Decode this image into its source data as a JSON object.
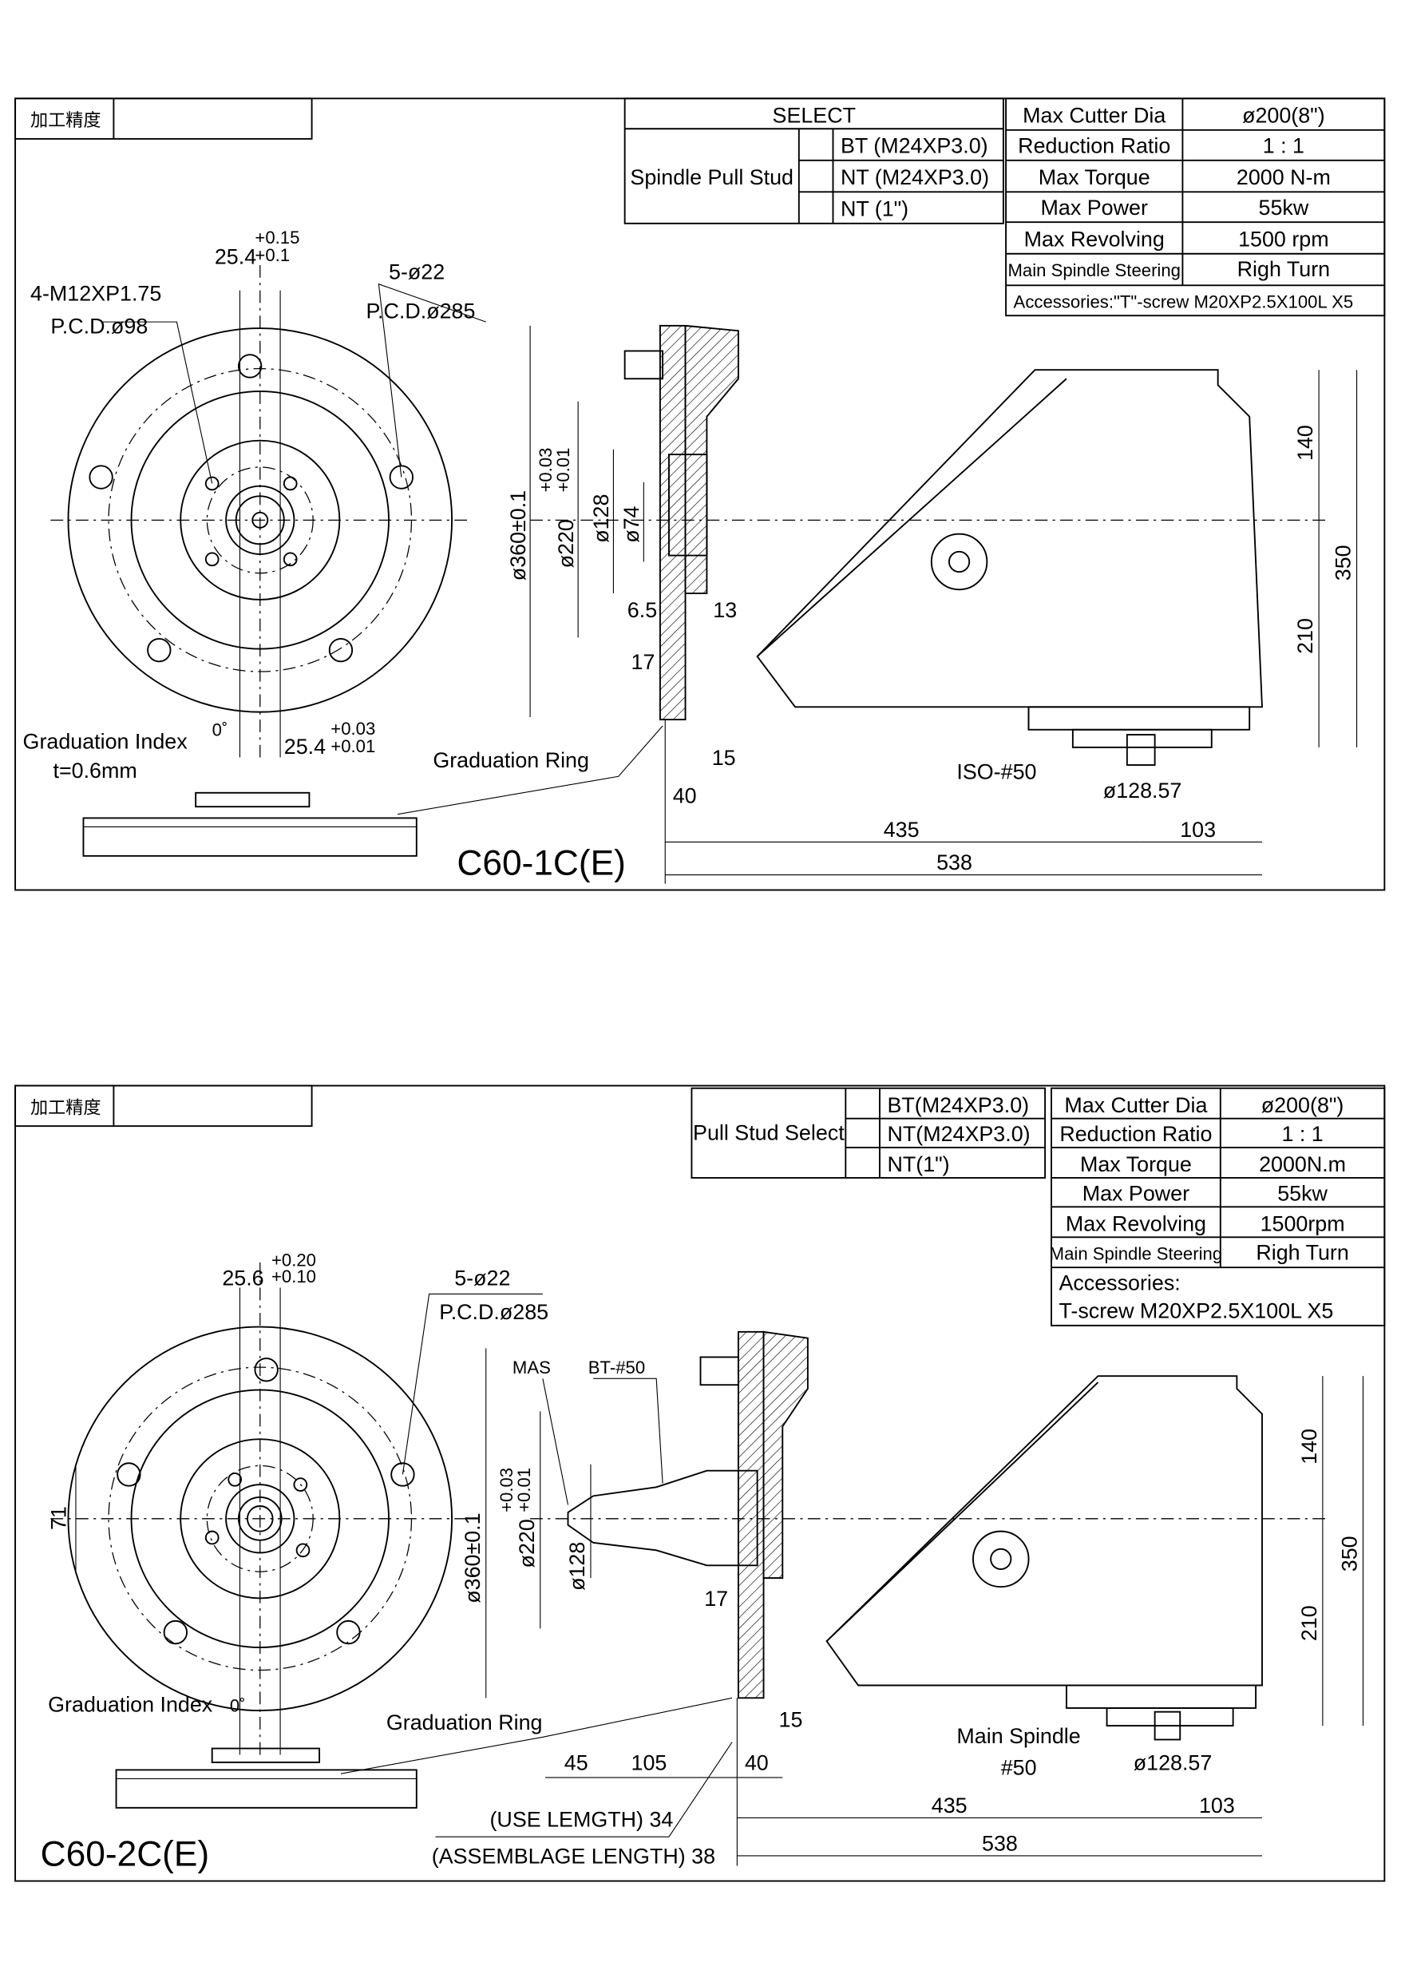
{
  "panel1": {
    "accuracy_label": "加工精度",
    "select_header": "SELECT",
    "pull_stud_label": "Spindle Pull Stud",
    "pull_stud_options": [
      "BT (M24XP3.0)",
      "NT (M24XP3.0)",
      "NT (1\")"
    ],
    "specs": [
      {
        "label": "Max Cutter Dia",
        "value": "ø200(8\")"
      },
      {
        "label": "Reduction Ratio",
        "value": "1 : 1"
      },
      {
        "label": "Max Torque",
        "value": "2000 N-m"
      },
      {
        "label": "Max Power",
        "value": "55kw"
      },
      {
        "label": "Max Revolving",
        "value": "1500 rpm"
      },
      {
        "label": "Main Spindle Steering",
        "value": "Righ Turn"
      }
    ],
    "accessories": "Accessories:\"T\"-screw  M20XP2.5X100L X5",
    "labels": {
      "bolt_spec": "4-M12XP1.75",
      "bolt_pcd": "P.C.D.ø98",
      "key_width": "25.4",
      "key_tol_upper": "+0.15",
      "key_tol_lower": "+0.1",
      "holes_spec": "5-ø22",
      "holes_pcd": "P.C.D.ø285",
      "zero_deg": "0˚",
      "key_width2": "25.4",
      "key2_tol_upper": "+0.03",
      "key2_tol_lower": "+0.01",
      "grad_index": "Graduation Index",
      "grad_thickness": "t=0.6mm",
      "grad_ring": "Graduation Ring",
      "model": "C60-1C(E)",
      "d360": "ø360±0.1",
      "d220": "ø220",
      "d220_upper": "+0.03",
      "d220_lower": "+0.01",
      "d128": "ø128",
      "d74": "ø74",
      "dim_6_5": "6.5",
      "dim_13": "13",
      "dim_17": "17",
      "dim_15": "15",
      "dim_40": "40",
      "iso": "ISO-#50",
      "d128_57": "ø128.57",
      "dim_435": "435",
      "dim_103": "103",
      "dim_538": "538",
      "dim_140": "140",
      "dim_210": "210",
      "dim_350": "350"
    }
  },
  "panel2": {
    "accuracy_label": "加工精度",
    "pull_stud_label": "Pull Stud Select",
    "pull_stud_options": [
      "BT(M24XP3.0)",
      "NT(M24XP3.0)",
      "NT(1\")"
    ],
    "specs": [
      {
        "label": "Max Cutter Dia",
        "value": "ø200(8\")"
      },
      {
        "label": "Reduction Ratio",
        "value": "1 : 1"
      },
      {
        "label": "Max Torque",
        "value": "2000N.m"
      },
      {
        "label": "Max Power",
        "value": "55kw"
      },
      {
        "label": "Max Revolving",
        "value": "1500rpm"
      },
      {
        "label": "Main Spindle Steering",
        "value": "Righ Turn"
      }
    ],
    "accessories_line1": "Accessories:",
    "accessories_line2": "T-screw M20XP2.5X100L X5",
    "labels": {
      "key_width": "25.6",
      "key_tol_upper": "+0.20",
      "key_tol_lower": "+0.10",
      "holes_spec": "5-ø22",
      "holes_pcd": "P.C.D.ø285",
      "dim_71": "71",
      "zero_deg": "0˚",
      "grad_index": "Graduation Index",
      "grad_ring": "Graduation Ring",
      "model": "C60-2C(E)",
      "mas": "MAS",
      "bt50": "BT-#50",
      "d360": "ø360±0.1",
      "d220": "ø220",
      "d220_upper": "+0.03",
      "d220_lower": "+0.01",
      "d128": "ø128",
      "dim_17": "17",
      "dim_15": "15",
      "dim_45": "45",
      "dim_105": "105",
      "dim_40": "40",
      "use_length": "(USE LEMGTH) 34",
      "assemblage_length": "(ASSEMBLAGE LENGTH) 38",
      "main_spindle": "Main Spindle",
      "main_spindle_no": "#50",
      "d128_57": "ø128.57",
      "dim_435": "435",
      "dim_103": "103",
      "dim_538": "538",
      "dim_140": "140",
      "dim_210": "210",
      "dim_350": "350"
    }
  }
}
